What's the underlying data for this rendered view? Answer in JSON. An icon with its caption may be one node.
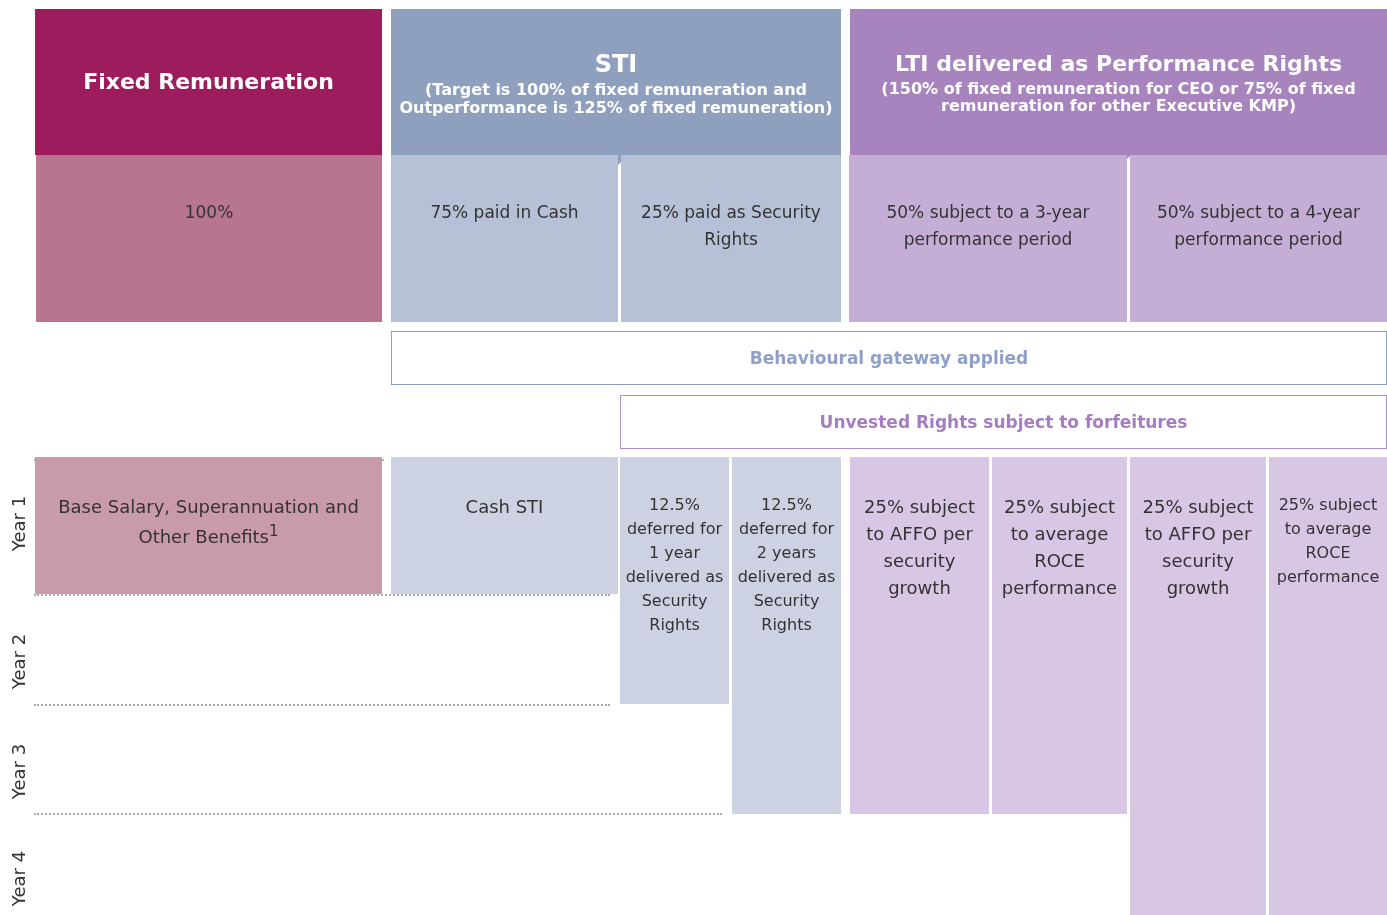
{
  "diagram": {
    "nodes": [
      {
        "text": [
          "Fixed Remuneration"
        ]
      },
      {
        "text": [
          "STI",
          "(Target is 100% of fixed remuneration and Outperformance is 125% of fixed remuneration)"
        ]
      },
      {
        "text": [
          "LTI delivered as Performance Rights",
          "(150% of fixed remuneration for CEO or 75% of fixed remuneration for other Executive KMP)"
        ]
      },
      {
        "text": [
          "100%"
        ]
      },
      {
        "text": [
          "75% paid in Cash"
        ]
      },
      {
        "text": [
          "25% paid as Security Rights"
        ]
      },
      {
        "text": [
          "50% subject to a 3-year performance period"
        ]
      },
      {
        "text": [
          "50% subject to a 4-year performance period"
        ]
      },
      {
        "text": [
          "Behavioural gateway applied"
        ]
      },
      {
        "text": [
          "Unvested Rights subject to forfeitures"
        ]
      },
      {
        "text": [
          "Base Salary, Superannuation and Other Benefits$^{1}$"
        ]
      },
      {
        "text": [
          "Cash STI"
        ]
      },
      {
        "text": [
          "12.5% deferred for 1 year delivered as Security Rights"
        ]
      },
      {
        "text": [
          "12.5% deferred for 2 years delivered as Security Rights"
        ]
      },
      {
        "text": [
          "25% subject to AFFO per security growth"
        ]
      },
      {
        "text": [
          "25% subject to average ROCE performance"
        ]
      },
      {
        "text": [
          "25% subject to AFFO per security growth"
        ]
      },
      {
        "text": [
          "25% subject to average ROCE performance"
        ]
      }
    ],
    "edges": [],
    "labels": [
      "Year 1",
      "Year 2",
      "Year 3",
      "Year 4"
    ]
  }
}
